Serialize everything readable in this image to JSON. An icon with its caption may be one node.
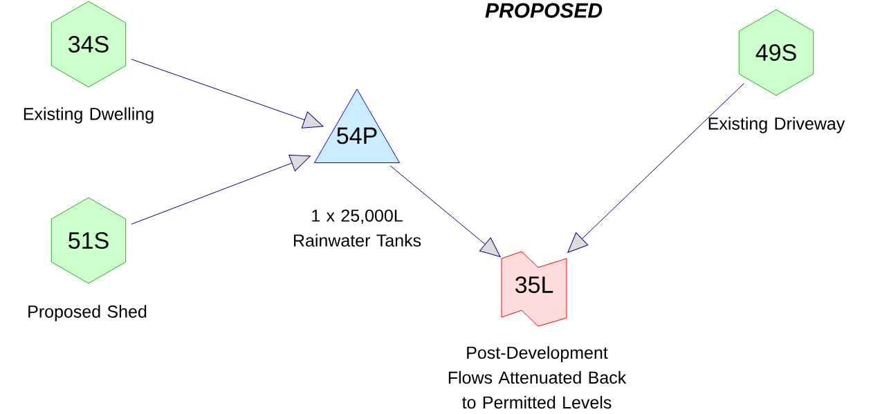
{
  "diagram": {
    "title": "PROPOSED",
    "nodes": [
      {
        "text": [
          "34S"
        ],
        "beside": [
          "Existing Dwelling"
        ]
      },
      {
        "text": [
          "54P"
        ],
        "beside": [
          "1 x 25,000L Rainwater Tanks"
        ]
      },
      {
        "text": [
          "51S"
        ],
        "beside": [
          "Proposed Shed"
        ]
      },
      {
        "text": [
          "49S"
        ],
        "beside": [
          "Existing Driveway"
        ]
      },
      {
        "text": [
          "35L"
        ],
        "beside": [
          "Post-Development Flows Attenuated Back to Permitted Levels"
        ]
      }
    ],
    "edges": [
      {
        "from": 0,
        "to": 1,
        "arrow": "to"
      },
      {
        "from": 2,
        "to": 1,
        "arrow": "to"
      },
      {
        "from": 1,
        "to": 4,
        "arrow": "to"
      },
      {
        "from": 3,
        "to": 4,
        "arrow": "to"
      }
    ]
  }
}
